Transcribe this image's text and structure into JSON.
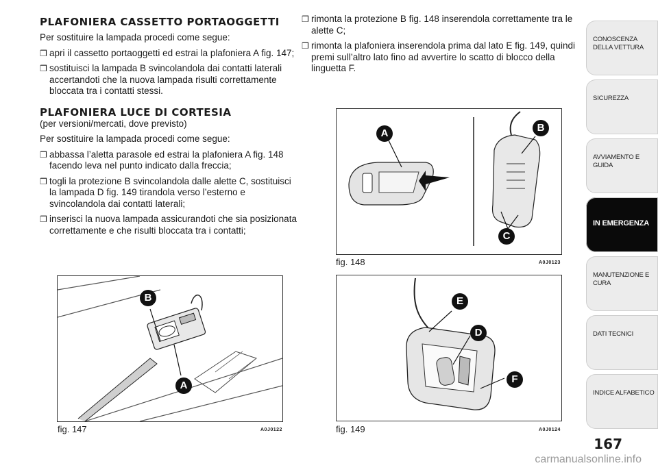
{
  "left": {
    "section1_title": "PLAFONIERA CASSETTO PORTAOGGETTI",
    "section1_intro": "Per sostituire la lampada procedi come segue:",
    "section1_steps": [
      "apri il cassetto portaoggetti ed estrai la plafoniera A fig. 147;",
      "sostituisci la lampada B svincolandola dai contatti laterali accertandoti che la nuova lampada risulti correttamente bloccata tra i contatti stessi."
    ],
    "section2_title": "PLAFONIERA LUCE DI CORTESIA",
    "section2_subtitle": "(per versioni/mercati, dove previsto)",
    "section2_intro": "Per sostituire la lampada procedi come segue:",
    "section2_steps": [
      "abbassa l’aletta parasole ed estrai la plafoniera A fig. 148 facendo leva nel punto indicato dalla freccia;",
      "togli la protezione B svincolandola dalle alette C, sostituisci la lampada D fig. 149 tirandola verso l’esterno e svincolandola dai contatti laterali;",
      "inserisci la nuova lampada assicurandoti che sia posizionata correttamente e che risulti bloccata tra i contatti;"
    ]
  },
  "right": {
    "steps": [
      "rimonta la protezione B fig. 148 inserendola correttamente tra le alette C;",
      "rimonta la plafoniera inserendola prima dal lato E fig. 149, quindi premi sull’altro lato fino ad avvertire lo scatto di blocco della linguetta F."
    ]
  },
  "bullet_glyph": "❒",
  "figures": {
    "fig147": {
      "caption": "fig. 147",
      "code": "A0J0122",
      "labels": [
        "B",
        "A"
      ]
    },
    "fig148": {
      "caption": "fig. 148",
      "code": "A0J0123",
      "labels": [
        "A",
        "B",
        "C"
      ]
    },
    "fig149": {
      "caption": "fig. 149",
      "code": "A0J0124",
      "labels": [
        "E",
        "D",
        "F"
      ]
    }
  },
  "tabs": [
    {
      "label": "CONOSCENZA DELLA VETTURA",
      "active": false
    },
    {
      "label": "SICUREZZA",
      "active": false
    },
    {
      "label": "AVVIAMENTO E GUIDA",
      "active": false
    },
    {
      "label": "IN EMERGENZA",
      "active": true
    },
    {
      "label": "MANUTENZIONE E CURA",
      "active": false
    },
    {
      "label": "DATI TECNICI",
      "active": false
    },
    {
      "label": "INDICE ALFABETICO",
      "active": false
    }
  ],
  "page_number": "167",
  "watermark": "carmanualsonline.info",
  "colors": {
    "tab_active": "#0a0a0a",
    "tab_inactive": "#ececec",
    "callout": "#111111"
  }
}
